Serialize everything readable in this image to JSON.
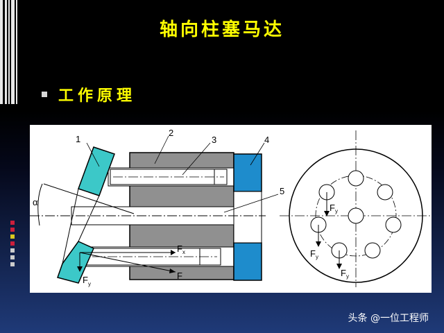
{
  "slide": {
    "title": "轴向柱塞马达",
    "bullet": "工作原理"
  },
  "diagram": {
    "labels": {
      "part1": "1",
      "part2": "2",
      "part3": "3",
      "part4": "4",
      "part5": "5",
      "alpha": "α",
      "F": "F",
      "Fx": "F",
      "Fx_sub": "x",
      "Fy_left": "F",
      "Fy_left_sub": "y",
      "Fy_right_a": "F",
      "Fy_right_a_sub": "y",
      "Fy_right_b": "F",
      "Fy_right_b_sub": "y",
      "Fy_right_c": "F",
      "Fy_right_c_sub": "y"
    },
    "colors": {
      "swash_plate": "#3cc8c8",
      "cylinder_block": "#909090",
      "valve_plate": "#1e8ccc"
    }
  },
  "watermark": "头条 @一位工程师",
  "colors": {
    "title_text": "#ffff00",
    "background": "#000000",
    "gradient_bottom": "#1f3a78",
    "accent_red": "#cc1f3c",
    "accent_yellow": "#d8c81e"
  }
}
